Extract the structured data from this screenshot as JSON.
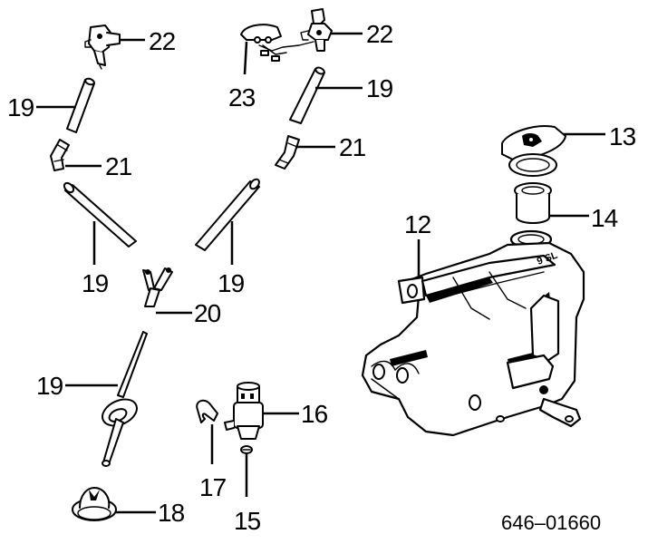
{
  "diagram": {
    "drawing_number": "646–01660",
    "callouts": [
      {
        "id": "callout-22-left",
        "label": "22"
      },
      {
        "id": "callout-22-right",
        "label": "22"
      },
      {
        "id": "callout-23",
        "label": "23"
      },
      {
        "id": "callout-19-top-left",
        "label": "19"
      },
      {
        "id": "callout-19-top-right",
        "label": "19"
      },
      {
        "id": "callout-21-left",
        "label": "21"
      },
      {
        "id": "callout-21-right",
        "label": "21"
      },
      {
        "id": "callout-19-mid-left",
        "label": "19"
      },
      {
        "id": "callout-19-mid-right",
        "label": "19"
      },
      {
        "id": "callout-20",
        "label": "20"
      },
      {
        "id": "callout-19-bottom",
        "label": "19"
      },
      {
        "id": "callout-18",
        "label": "18"
      },
      {
        "id": "callout-17",
        "label": "17"
      },
      {
        "id": "callout-16",
        "label": "16"
      },
      {
        "id": "callout-15",
        "label": "15"
      },
      {
        "id": "callout-13",
        "label": "13"
      },
      {
        "id": "callout-14",
        "label": "14"
      },
      {
        "id": "callout-12",
        "label": "12"
      }
    ]
  }
}
